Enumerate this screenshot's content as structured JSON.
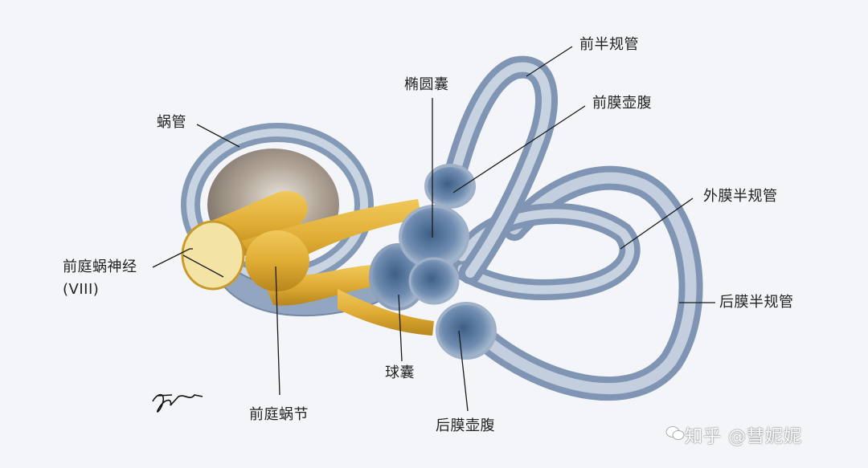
{
  "labels": {
    "cochlear_duct": "蜗管",
    "utricle": "椭圆囊",
    "anterior_semicircular_duct": "前半规管",
    "anterior_ampulla": "前膜壶腹",
    "lateral_semicircular_duct": "外膜半规管",
    "posterior_semicircular_duct": "后膜半规管",
    "vestibulocochlear_nerve": "前庭蜗神经",
    "vestibulocochlear_nerve_roman": "(VIII)",
    "saccule": "球囊",
    "vestibulocochlear_ganglion": "前庭蜗节",
    "posterior_ampulla": "后膜壶腹"
  },
  "watermark": {
    "text": "知乎 @彗妮妮"
  },
  "colors": {
    "membrane": "#a9b8cc",
    "membrane_dark": "#6f86a6",
    "nerve": "#e2b43a",
    "nerve_dark": "#b78a1f",
    "cochlea_center": "#9b8f82",
    "leader_line": "#1a1a1a"
  },
  "icons": {
    "signature": "artist-signature",
    "watermark_logo": "wechat-logo-icon"
  }
}
